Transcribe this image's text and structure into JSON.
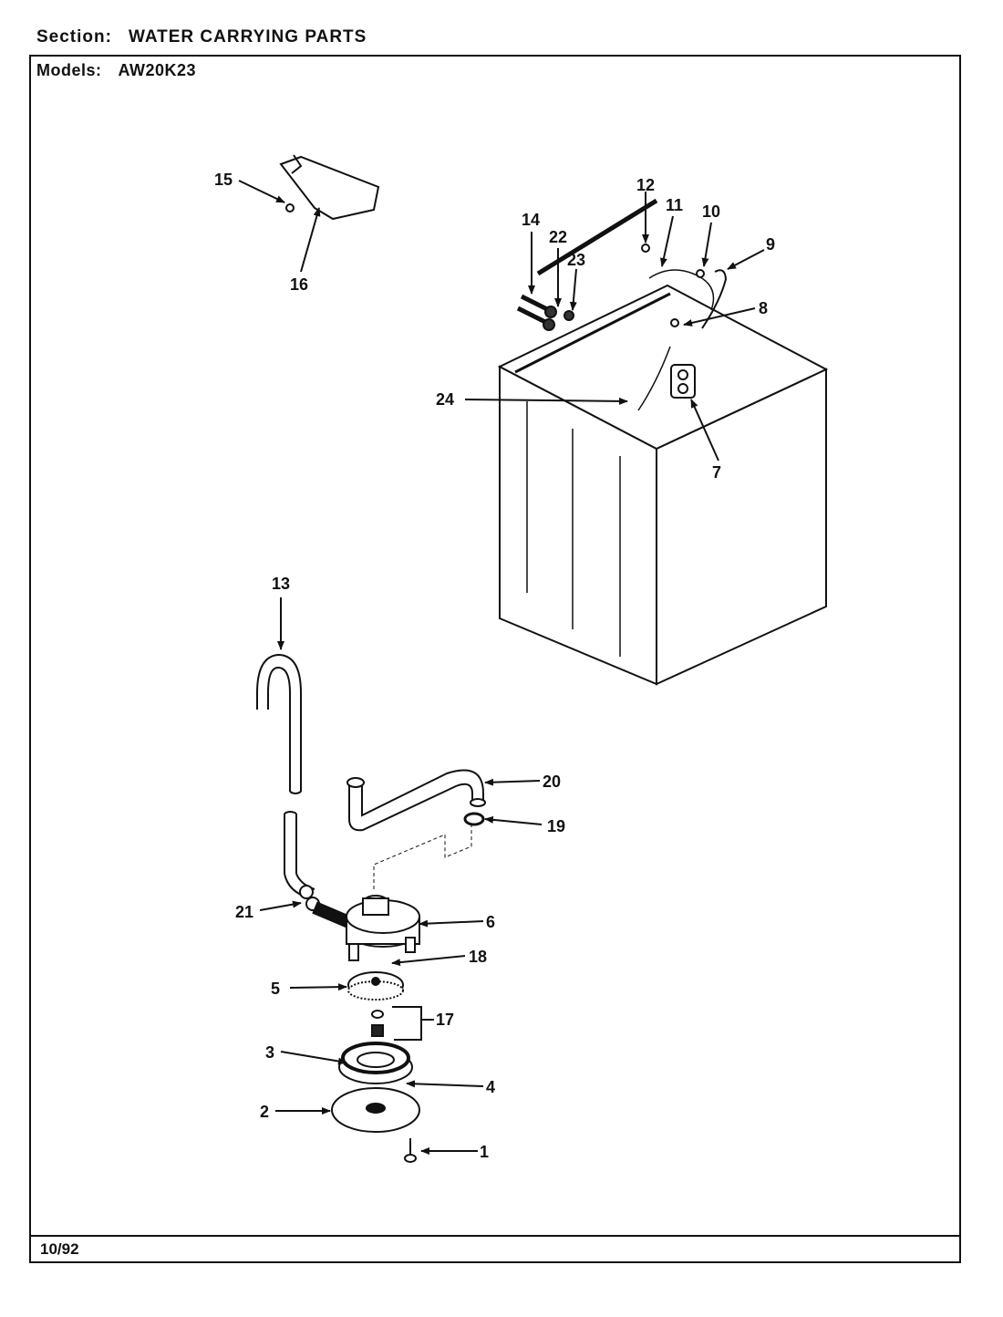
{
  "header": {
    "section_label": "Section:",
    "section_value": "WATER CARRYING PARTS",
    "models_label": "Models:",
    "models_value": "AW20K23"
  },
  "footer": {
    "date": "10/92"
  },
  "callouts": {
    "c1": "1",
    "c2": "2",
    "c3": "3",
    "c4": "4",
    "c5": "5",
    "c6": "6",
    "c7": "7",
    "c8": "8",
    "c9": "9",
    "c10": "10",
    "c11": "11",
    "c12": "12",
    "c13": "13",
    "c14": "14",
    "c15": "15",
    "c16": "16",
    "c17": "17",
    "c18": "18",
    "c19": "19",
    "c20": "20",
    "c21": "21",
    "c22": "22",
    "c23": "23",
    "c24": "24"
  }
}
